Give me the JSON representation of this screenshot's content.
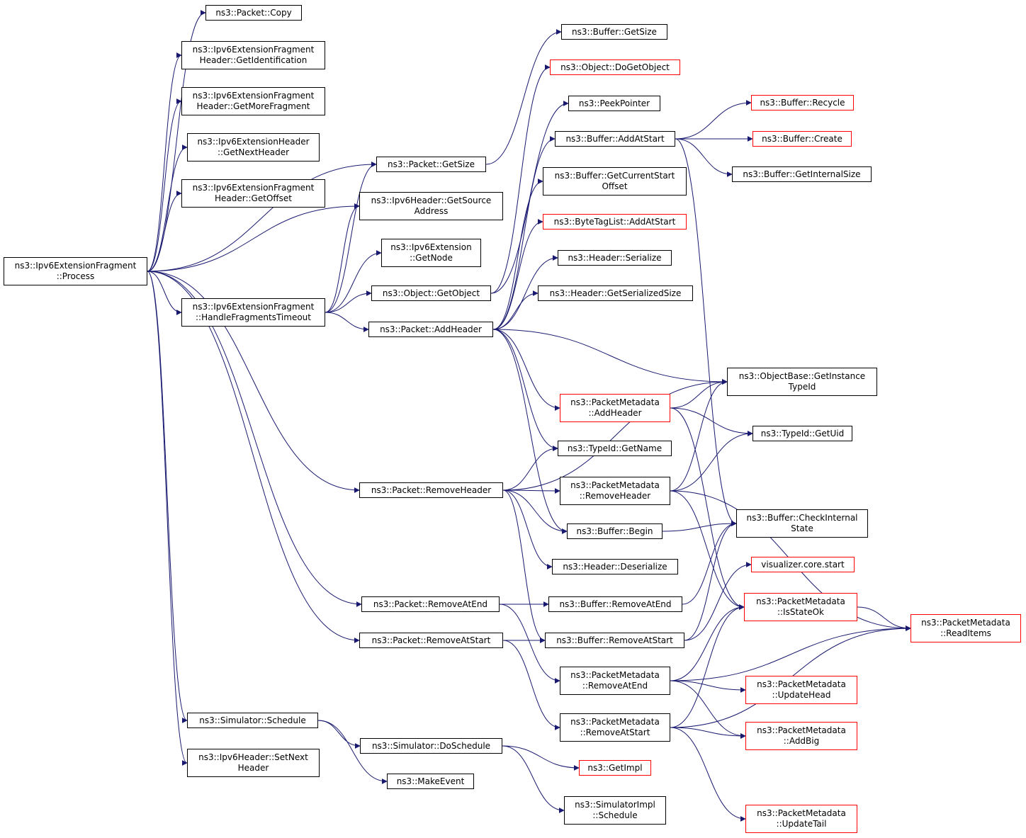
{
  "graph": {
    "edge_color": "#191970",
    "node_border": "#000000",
    "truncated_border": "#ff0000",
    "root_fill": "#bfbfbf",
    "nodes": {
      "root": {
        "lines": [
          "ns3::Ipv6ExtensionFragment",
          "::Process"
        ],
        "style": "root"
      },
      "copy": {
        "lines": [
          "ns3::Packet::Copy"
        ],
        "style": "normal"
      },
      "getident": {
        "lines": [
          "ns3::Ipv6ExtensionFragment",
          "Header::GetIdentification"
        ],
        "style": "normal"
      },
      "getmore": {
        "lines": [
          "ns3::Ipv6ExtensionFragment",
          "Header::GetMoreFragment"
        ],
        "style": "normal"
      },
      "getnexthdr": {
        "lines": [
          "ns3::Ipv6ExtensionHeader",
          "::GetNextHeader"
        ],
        "style": "normal"
      },
      "getoffset": {
        "lines": [
          "ns3::Ipv6ExtensionFragment",
          "Header::GetOffset"
        ],
        "style": "normal"
      },
      "handletimeout": {
        "lines": [
          "ns3::Ipv6ExtensionFragment",
          "::HandleFragmentsTimeout"
        ],
        "style": "normal"
      },
      "schedule": {
        "lines": [
          "ns3::Simulator::Schedule"
        ],
        "style": "normal"
      },
      "setnext": {
        "lines": [
          "ns3::Ipv6Header::SetNext",
          "Header"
        ],
        "style": "normal"
      },
      "pktgetsize": {
        "lines": [
          "ns3::Packet::GetSize"
        ],
        "style": "normal"
      },
      "getsource": {
        "lines": [
          "ns3::Ipv6Header::GetSource",
          "Address"
        ],
        "style": "normal"
      },
      "getnode": {
        "lines": [
          "ns3::Ipv6Extension",
          "::GetNode"
        ],
        "style": "normal"
      },
      "getobject": {
        "lines": [
          "ns3::Object::GetObject"
        ],
        "style": "normal"
      },
      "addheader": {
        "lines": [
          "ns3::Packet::AddHeader"
        ],
        "style": "normal"
      },
      "removeheader": {
        "lines": [
          "ns3::Packet::RemoveHeader"
        ],
        "style": "normal"
      },
      "removeatend": {
        "lines": [
          "ns3::Packet::RemoveAtEnd"
        ],
        "style": "normal"
      },
      "removeatstart": {
        "lines": [
          "ns3::Packet::RemoveAtStart"
        ],
        "style": "normal"
      },
      "doschedule": {
        "lines": [
          "ns3::Simulator::DoSchedule"
        ],
        "style": "normal"
      },
      "makeevent": {
        "lines": [
          "ns3::MakeEvent"
        ],
        "style": "normal"
      },
      "bufgetsize": {
        "lines": [
          "ns3::Buffer::GetSize"
        ],
        "style": "normal"
      },
      "dogetobject": {
        "lines": [
          "ns3::Object::DoGetObject"
        ],
        "style": "red"
      },
      "peekpointer": {
        "lines": [
          "ns3::PeekPointer"
        ],
        "style": "normal"
      },
      "bufaddatstart": {
        "lines": [
          "ns3::Buffer::AddAtStart"
        ],
        "style": "normal"
      },
      "getcurrentstart": {
        "lines": [
          "ns3::Buffer::GetCurrentStart",
          "Offset"
        ],
        "style": "normal"
      },
      "bytetag": {
        "lines": [
          "ns3::ByteTagList::AddAtStart"
        ],
        "style": "red"
      },
      "serialize": {
        "lines": [
          "ns3::Header::Serialize"
        ],
        "style": "normal"
      },
      "getserialized": {
        "lines": [
          "ns3::Header::GetSerializedSize"
        ],
        "style": "normal"
      },
      "pmaddheader": {
        "lines": [
          "ns3::PacketMetadata",
          "::AddHeader"
        ],
        "style": "red"
      },
      "typeidname": {
        "lines": [
          "ns3::TypeId::GetName"
        ],
        "style": "normal"
      },
      "pmremoveheader": {
        "lines": [
          "ns3::PacketMetadata",
          "::RemoveHeader"
        ],
        "style": "normal"
      },
      "bufbegin": {
        "lines": [
          "ns3::Buffer::Begin"
        ],
        "style": "normal"
      },
      "deserialize": {
        "lines": [
          "ns3::Header::Deserialize"
        ],
        "style": "normal"
      },
      "bufremoveatend": {
        "lines": [
          "ns3::Buffer::RemoveAtEnd"
        ],
        "style": "normal"
      },
      "bufremoveatstart": {
        "lines": [
          "ns3::Buffer::RemoveAtStart"
        ],
        "style": "normal"
      },
      "pmremoveatend": {
        "lines": [
          "ns3::PacketMetadata",
          "::RemoveAtEnd"
        ],
        "style": "normal"
      },
      "pmremoveatstart": {
        "lines": [
          "ns3::PacketMetadata",
          "::RemoveAtStart"
        ],
        "style": "normal"
      },
      "getimpl": {
        "lines": [
          "ns3::GetImpl"
        ],
        "style": "red"
      },
      "simimplschedule": {
        "lines": [
          "ns3::SimulatorImpl",
          "::Schedule"
        ],
        "style": "normal"
      },
      "recycle": {
        "lines": [
          "ns3::Buffer::Recycle"
        ],
        "style": "red"
      },
      "bufcreate": {
        "lines": [
          "ns3::Buffer::Create"
        ],
        "style": "red"
      },
      "getinternalsize": {
        "lines": [
          "ns3::Buffer::GetInternalSize"
        ],
        "style": "normal"
      },
      "getinstancetypeid": {
        "lines": [
          "ns3::ObjectBase::GetInstance",
          "TypeId"
        ],
        "style": "normal"
      },
      "getuid": {
        "lines": [
          "ns3::TypeId::GetUid"
        ],
        "style": "normal"
      },
      "checkinternal": {
        "lines": [
          "ns3::Buffer::CheckInternal",
          "State"
        ],
        "style": "normal"
      },
      "vizstart": {
        "lines": [
          "visualizer.core.start"
        ],
        "style": "red"
      },
      "isstateok": {
        "lines": [
          "ns3::PacketMetadata",
          "::IsStateOk"
        ],
        "style": "red"
      },
      "updatehead": {
        "lines": [
          "ns3::PacketMetadata",
          "::UpdateHead"
        ],
        "style": "red"
      },
      "addbig": {
        "lines": [
          "ns3::PacketMetadata",
          "::AddBig"
        ],
        "style": "red"
      },
      "updatetail": {
        "lines": [
          "ns3::PacketMetadata",
          "::UpdateTail"
        ],
        "style": "red"
      },
      "readitems": {
        "lines": [
          "ns3::PacketMetadata",
          "::ReadItems"
        ],
        "style": "red"
      }
    },
    "edges": [
      [
        "root",
        "copy"
      ],
      [
        "root",
        "getident"
      ],
      [
        "root",
        "getmore"
      ],
      [
        "root",
        "getnexthdr"
      ],
      [
        "root",
        "getoffset"
      ],
      [
        "root",
        "pktgetsize"
      ],
      [
        "root",
        "getsource"
      ],
      [
        "root",
        "handletimeout"
      ],
      [
        "root",
        "removeheader"
      ],
      [
        "root",
        "removeatend"
      ],
      [
        "root",
        "removeatstart"
      ],
      [
        "root",
        "schedule"
      ],
      [
        "root",
        "setnext"
      ],
      [
        "handletimeout",
        "pktgetsize"
      ],
      [
        "handletimeout",
        "getsource"
      ],
      [
        "handletimeout",
        "getnode"
      ],
      [
        "handletimeout",
        "getobject"
      ],
      [
        "handletimeout",
        "addheader"
      ],
      [
        "pktgetsize",
        "bufgetsize"
      ],
      [
        "getobject",
        "dogetobject"
      ],
      [
        "getobject",
        "peekpointer"
      ],
      [
        "addheader",
        "bufaddatstart"
      ],
      [
        "addheader",
        "getcurrentstart"
      ],
      [
        "addheader",
        "bytetag"
      ],
      [
        "addheader",
        "serialize"
      ],
      [
        "addheader",
        "getserialized"
      ],
      [
        "addheader",
        "pmaddheader"
      ],
      [
        "addheader",
        "typeidname"
      ],
      [
        "addheader",
        "bufbegin"
      ],
      [
        "addheader",
        "getinstancetypeid"
      ],
      [
        "bufaddatstart",
        "recycle"
      ],
      [
        "bufaddatstart",
        "bufcreate"
      ],
      [
        "bufaddatstart",
        "getinternalsize"
      ],
      [
        "bufaddatstart",
        "checkinternal"
      ],
      [
        "pmaddheader",
        "getinstancetypeid"
      ],
      [
        "pmaddheader",
        "getuid"
      ],
      [
        "pmaddheader",
        "isstateok"
      ],
      [
        "removeheader",
        "getinstancetypeid"
      ],
      [
        "removeheader",
        "typeidname"
      ],
      [
        "removeheader",
        "pmremoveheader"
      ],
      [
        "removeheader",
        "bufbegin"
      ],
      [
        "removeheader",
        "deserialize"
      ],
      [
        "removeheader",
        "bufremoveatstart"
      ],
      [
        "pmremoveheader",
        "getinstancetypeid"
      ],
      [
        "pmremoveheader",
        "getuid"
      ],
      [
        "pmremoveheader",
        "readitems"
      ],
      [
        "pmremoveheader",
        "isstateok"
      ],
      [
        "bufbegin",
        "checkinternal"
      ],
      [
        "removeatend",
        "bufremoveatend"
      ],
      [
        "removeatend",
        "pmremoveatend"
      ],
      [
        "bufremoveatend",
        "checkinternal"
      ],
      [
        "removeatstart",
        "bufremoveatstart"
      ],
      [
        "removeatstart",
        "pmremoveatstart"
      ],
      [
        "bufremoveatstart",
        "checkinternal"
      ],
      [
        "bufremoveatstart",
        "vizstart"
      ],
      [
        "pmremoveatend",
        "isstateok"
      ],
      [
        "pmremoveatend",
        "readitems"
      ],
      [
        "pmremoveatend",
        "updatehead"
      ],
      [
        "pmremoveatend",
        "addbig"
      ],
      [
        "pmremoveatstart",
        "isstateok"
      ],
      [
        "pmremoveatstart",
        "addbig"
      ],
      [
        "pmremoveatstart",
        "readitems"
      ],
      [
        "pmremoveatstart",
        "updatetail"
      ],
      [
        "isstateok",
        "readitems"
      ],
      [
        "schedule",
        "doschedule"
      ],
      [
        "schedule",
        "makeevent"
      ],
      [
        "doschedule",
        "getimpl"
      ],
      [
        "doschedule",
        "simimplschedule"
      ]
    ]
  }
}
